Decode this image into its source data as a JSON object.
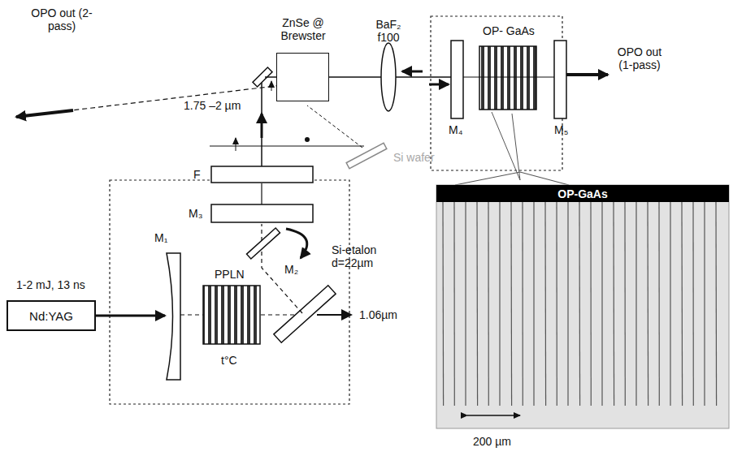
{
  "diagram": {
    "nodes": [
      {
        "text": [
          "Nd:YAG"
        ]
      },
      {
        "text": [
          "ZnSe @ Brewster"
        ]
      },
      {
        "text": [
          "OP-GaAs"
        ]
      }
    ],
    "labels": [
      "OPO out (2-pass)",
      "BaF₂ f100",
      "OP- GaAs",
      "M₄",
      "M₅",
      "OPO out (1-pass)",
      "1.75 –2 µm",
      "F",
      "M₃",
      "Si-etalon d=22µm",
      "1-2 mJ, 13 ns",
      "M₁",
      "PPLN",
      "t°C",
      "M₂",
      "1.06µm",
      "200 µm",
      "Si wafer"
    ]
  }
}
